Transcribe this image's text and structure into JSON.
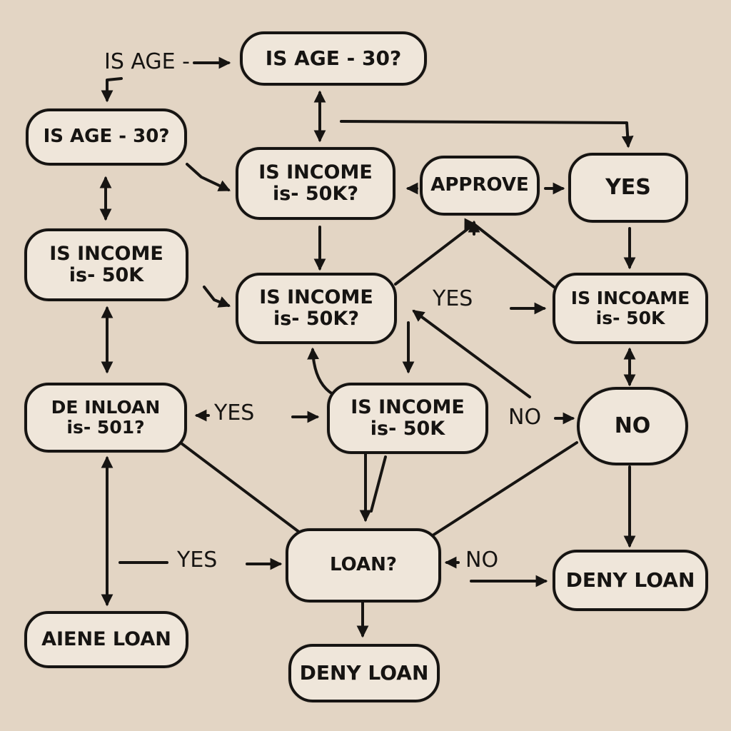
{
  "diagram": {
    "background": "#e3d5c4",
    "stroke_color": "#161412",
    "box_fill": "#efe6da",
    "nodes": {
      "age_top": "IS AGE - 30?",
      "age_left": "IS AGE - 30?",
      "income_center": "IS INCOME\nis- 50K?",
      "approve": "APPROVE",
      "yes_top_right": "YES",
      "income_left": "IS INCOME\nis- 50K",
      "income_mid": "IS INCOME\nis- 50K?",
      "income_right": "IS INCOAME\nis- 50K",
      "de_inloan": "DE INLOAN\nis- 501?",
      "income_lower": "IS INCOME\nis- 50K",
      "no_right": "NO",
      "loan_question": "LOAN?",
      "deny_loan_right": "DENY LOAN",
      "aiene_loan": "AIENE LOAN",
      "deny_loan_bottom": "DENY LOAN"
    },
    "edge_labels": {
      "is_age_start": "IS AGE -",
      "yes_mid": "YES",
      "yes_left": "YES",
      "no_mid": "NO",
      "yes_bottom": "YES",
      "no_bottom": "NO"
    }
  }
}
